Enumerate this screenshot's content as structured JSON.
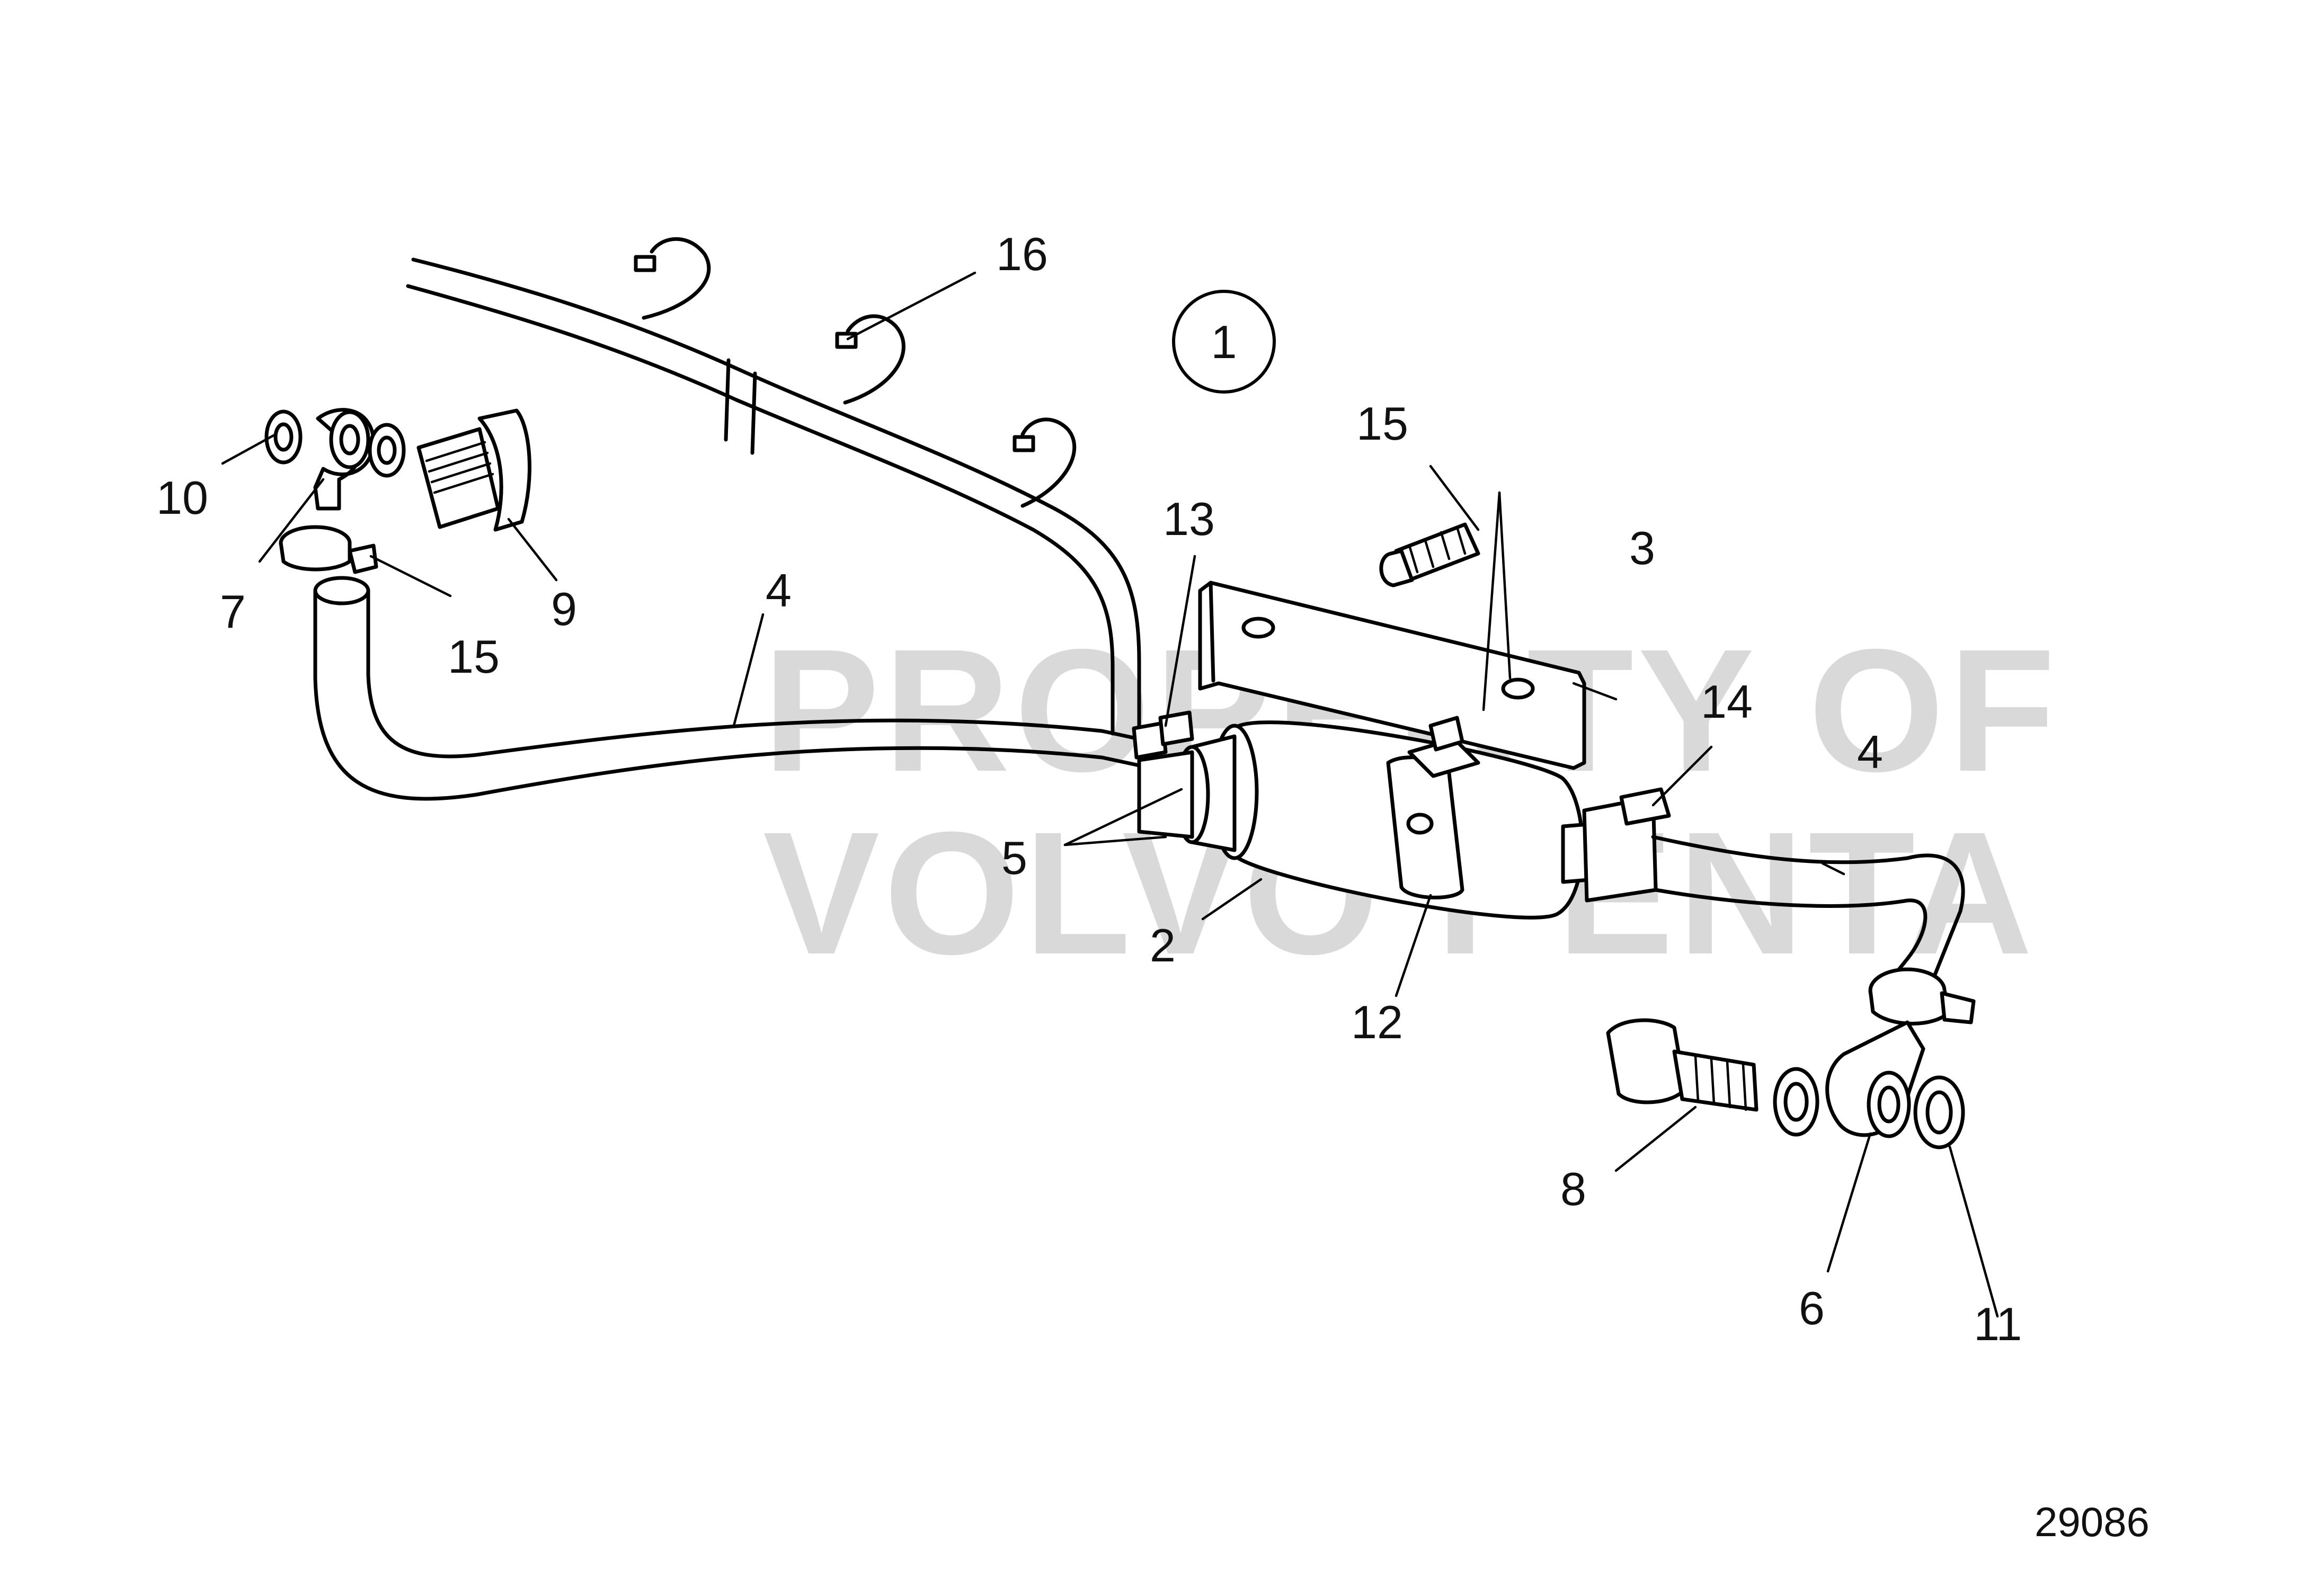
{
  "diagram": {
    "view_marker": "1",
    "drawing_number": "29086",
    "watermark": {
      "line1": "PROPERTY OF",
      "line2": "VOLVO PENTA"
    },
    "callouts": [
      {
        "id": "label-16",
        "text": "16"
      },
      {
        "id": "label-15-top",
        "text": "15"
      },
      {
        "id": "label-13",
        "text": "13"
      },
      {
        "id": "label-3",
        "text": "3"
      },
      {
        "id": "label-14",
        "text": "14"
      },
      {
        "id": "label-4-left",
        "text": "4"
      },
      {
        "id": "label-4-right",
        "text": "4"
      },
      {
        "id": "label-10",
        "text": "10"
      },
      {
        "id": "label-7",
        "text": "7"
      },
      {
        "id": "label-9",
        "text": "9"
      },
      {
        "id": "label-15-left",
        "text": "15"
      },
      {
        "id": "label-5",
        "text": "5"
      },
      {
        "id": "label-2",
        "text": "2"
      },
      {
        "id": "label-12",
        "text": "12"
      },
      {
        "id": "label-8",
        "text": "8"
      },
      {
        "id": "label-6",
        "text": "6"
      },
      {
        "id": "label-11",
        "text": "11"
      }
    ]
  }
}
